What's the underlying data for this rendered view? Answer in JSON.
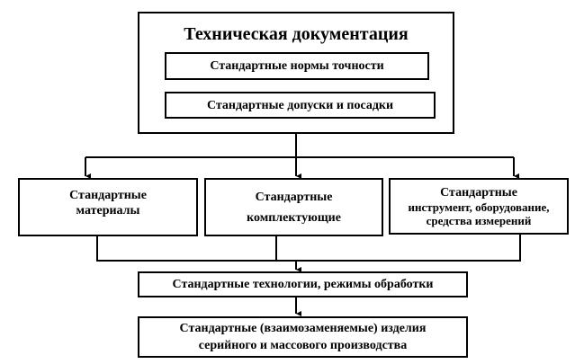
{
  "diagram": {
    "documentation": {
      "title": "Техническая документация",
      "items": [
        "Стандартные нормы точности",
        "Стандартные допуски и посадки"
      ]
    },
    "inputs": [
      {
        "line1": "Стандартные",
        "line2": "материалы"
      },
      {
        "line1": "Стандартные",
        "line2": "комплектующие"
      },
      {
        "line1": "Стандартные",
        "line2": "инструмент, оборудование,",
        "line3": "средства измерений"
      }
    ],
    "technology": "Стандартные технологии, режимы обработки",
    "products": {
      "line1": "Стандартные (взаимозаменяемые) изделия",
      "line2": "серийного и массового производства"
    }
  }
}
